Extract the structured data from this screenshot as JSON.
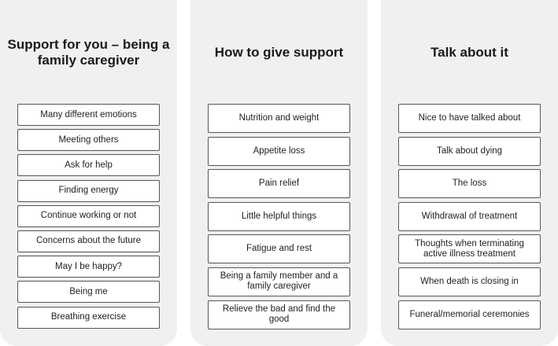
{
  "columns": [
    {
      "title": "Support for you – being a family caregiver",
      "items": [
        "Many different emotions",
        "Meeting others",
        "Ask for help",
        "Finding energy",
        "Continue working or not",
        "Concerns about the future",
        "May I be happy?",
        "Being me",
        "Breathing exercise"
      ]
    },
    {
      "title": "How to give support",
      "items": [
        "Nutrition and weight",
        "Appetite loss",
        "Pain relief",
        "Little helpful things",
        "Fatigue and rest",
        "Being a family member and a family caregiver",
        "Relieve the bad and find the good"
      ]
    },
    {
      "title": "Talk about it",
      "items": [
        "Nice to have talked about",
        "Talk about dying",
        "The loss",
        "Withdrawal of treatment",
        "Thoughts when terminating active illness treatment",
        "When death is closing in",
        "Funeral/memorial ceremonies"
      ]
    }
  ]
}
